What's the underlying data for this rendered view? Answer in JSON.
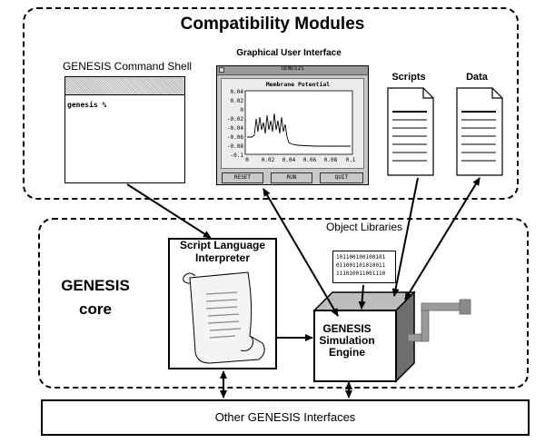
{
  "compatibility_modules": {
    "title": "Compatibility Modules",
    "command_shell": {
      "title": "GENESIS Command Shell",
      "prompt": "genesis %"
    },
    "gui": {
      "title": "Graphical User Interface",
      "window_title": "GENESIS",
      "plot_title": "Membrane Potential",
      "y_ticks": [
        "0.04",
        "0.02",
        "0",
        "-0.02",
        "-0.04",
        "-0.06",
        "-0.08",
        "-0.1"
      ],
      "x_ticks": [
        "0",
        "0.02",
        "0.04",
        "0.06",
        "0.08",
        "0.1"
      ],
      "buttons": [
        "RESET",
        "RUN",
        "QUIT"
      ]
    },
    "scripts": {
      "title": "Scripts"
    },
    "data": {
      "title": "Data"
    }
  },
  "core": {
    "title": "GENESIS core",
    "interpreter": {
      "title": "Script Language Interpreter"
    },
    "object_libraries": {
      "title": "Object Libraries",
      "bits": [
        "101100100100101",
        "011001101010011",
        "111010011001110"
      ]
    },
    "engine": {
      "title": "GENESIS Simulation Engine"
    }
  },
  "other_interfaces": {
    "title": "Other GENESIS Interfaces"
  }
}
